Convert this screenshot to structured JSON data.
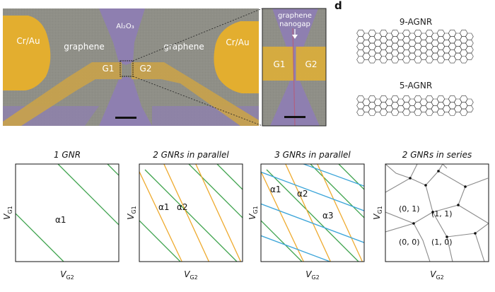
{
  "micrograph": {
    "contact_left": "Cr/Au",
    "contact_right": "Cr/Au",
    "graphene_left": "graphene",
    "graphene_right": "graphene",
    "dielectric": "Al₂O₃",
    "gate1": "G1",
    "gate2": "G2"
  },
  "zoom": {
    "caption_line1": "graphene",
    "caption_line2": "nanogap",
    "gate1": "G1",
    "gate2": "G2"
  },
  "panel_d": {
    "letter": "d",
    "ribbon1_label": "9-AGNR",
    "ribbon2_label": "5-AGNR"
  },
  "stability_plots": [
    {
      "title": "1 GNR",
      "labels": [
        "α1"
      ]
    },
    {
      "title": "2 GNRs in parallel",
      "labels": [
        "α1",
        "α2"
      ]
    },
    {
      "title": "3 GNRs in parallel",
      "labels": [
        "α1",
        "α2",
        "α3"
      ]
    },
    {
      "title": "2 GNRs in series",
      "labels": [
        "(0, 1)",
        "(1, 1)",
        "(0, 0)",
        "(1, 0)"
      ]
    }
  ],
  "axes": {
    "y_main": "V",
    "y_sub": "G1",
    "x_main": "V",
    "x_sub": "G2"
  },
  "colors": {
    "gold": "#e3ae2f",
    "purple": "#8e7fb0",
    "gray": "#8e8e86",
    "green": "#3aa14a",
    "orange": "#eeaa2e",
    "blue": "#3ea6d9"
  }
}
